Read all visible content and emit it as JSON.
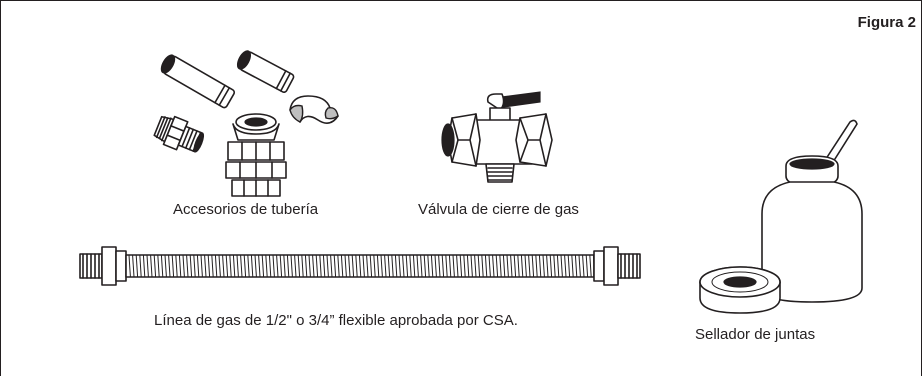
{
  "figure": {
    "label": "Figura 2"
  },
  "items": {
    "pipe_fittings": {
      "caption": "Accesorios de tubería"
    },
    "shutoff_valve": {
      "caption": "Válvula de cierre de gas"
    },
    "flex_line": {
      "caption": "Línea de gas de 1/2\" o 3/4” flexible aprobada por CSA."
    },
    "joint_sealant": {
      "caption": "Sellador de juntas"
    }
  }
}
